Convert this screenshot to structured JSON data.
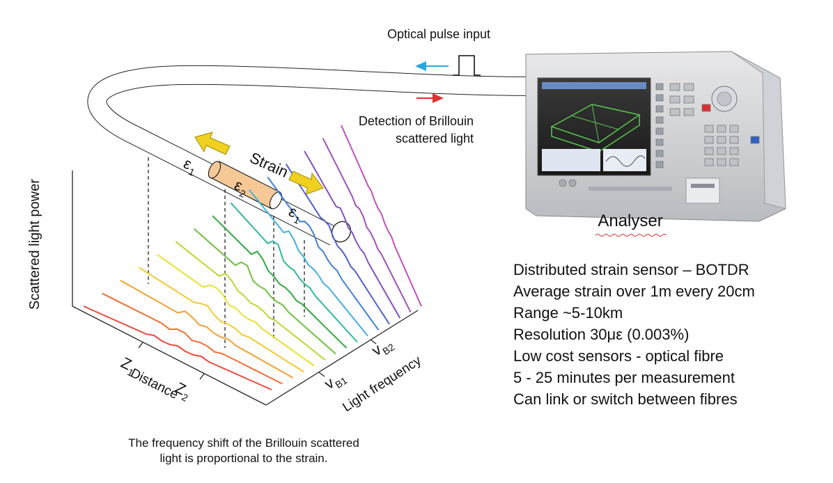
{
  "labels": {
    "optical_pulse_input": "Optical pulse input",
    "detection_line1": "Detection of Brillouin",
    "detection_line2": "scattered light",
    "strain": "Strain",
    "epsilon_symbol": "ε",
    "sub_1": "1",
    "sub_2": "2",
    "analyser": "Analyser",
    "y_axis": "Scattered light power",
    "distance": "Distance",
    "light_frequency": "Light frequency",
    "z_symbol": "Z",
    "nu_symbol": "v",
    "sub_b1": "B1",
    "sub_b2": "B2"
  },
  "specs": [
    "Distributed strain sensor – BOTDR",
    "Average strain over 1m every 20cm",
    "Range ~5-10km",
    "Resolution 30με (0.003%)",
    "Low cost sensors - optical fibre",
    "5 - 25 minutes per measurement",
    "Can link or switch between fibres"
  ],
  "caption": {
    "line1": "The frequency shift of the Brillouin scattered",
    "line2": "light is proportional to the strain."
  },
  "colors": {
    "arrow_input": "#2aa7e0",
    "arrow_detection": "#e03030",
    "strain_arrow": "#f0d020",
    "strained_segment": "#f5c896",
    "spectra": [
      "#e84a3a",
      "#f07030",
      "#f5a030",
      "#f5c830",
      "#e8e030",
      "#b8d830",
      "#6cc040",
      "#30a840",
      "#30b8a0",
      "#40b0e0",
      "#4080d8",
      "#5060c8",
      "#8050c0",
      "#a050b8",
      "#c050c0"
    ]
  }
}
